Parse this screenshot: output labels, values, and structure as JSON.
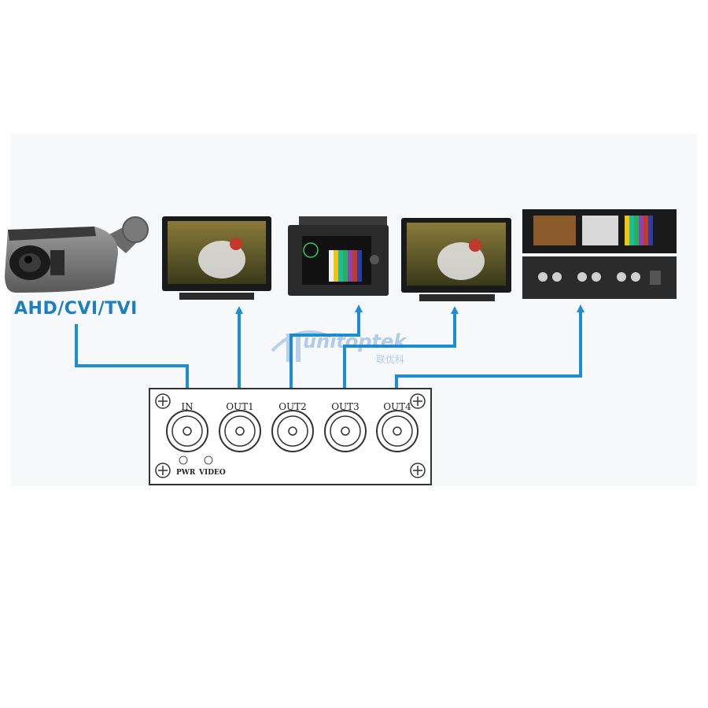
{
  "camera": {
    "label": "AHD/CVI/TVI",
    "icon": "cctv-bullet-camera-icon"
  },
  "splitter": {
    "input": "IN",
    "outputs": [
      "OUT1",
      "OUT2",
      "OUT3",
      "OUT4"
    ],
    "leds": [
      "PWR",
      "VIDEO"
    ]
  },
  "watermark": {
    "text": "unitoptek",
    "subtext": "联优科"
  },
  "colors": {
    "arrow": "#1b8fd2",
    "camera_label": "#1c7fc4",
    "device": "#2a2a2a"
  },
  "devices": [
    {
      "icon": "lcd-monitor-icon"
    },
    {
      "icon": "waveform-monitor-icon"
    },
    {
      "icon": "lcd-monitor-icon"
    },
    {
      "icon": "rack-monitor-icon"
    }
  ]
}
